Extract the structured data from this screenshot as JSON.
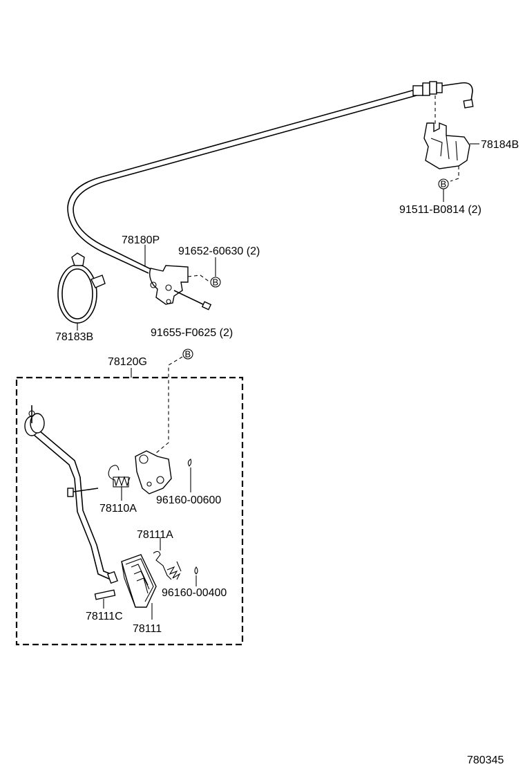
{
  "parts": {
    "p78184B": "78184B",
    "p91511": "91511-B0814 (2)",
    "p78180P": "78180P",
    "p91652": "91652-60630 (2)",
    "p78183B": "78183B",
    "p91655": "91655-F0625 (2)",
    "p78120G": "78120G",
    "p78110A": "78110A",
    "p96160_600": "96160-00600",
    "p78111A": "78111A",
    "p96160_400": "96160-00400",
    "p78111C": "78111C",
    "p78111": "78111"
  },
  "markers": {
    "bolt": "B"
  },
  "footer": {
    "code": "780345"
  }
}
